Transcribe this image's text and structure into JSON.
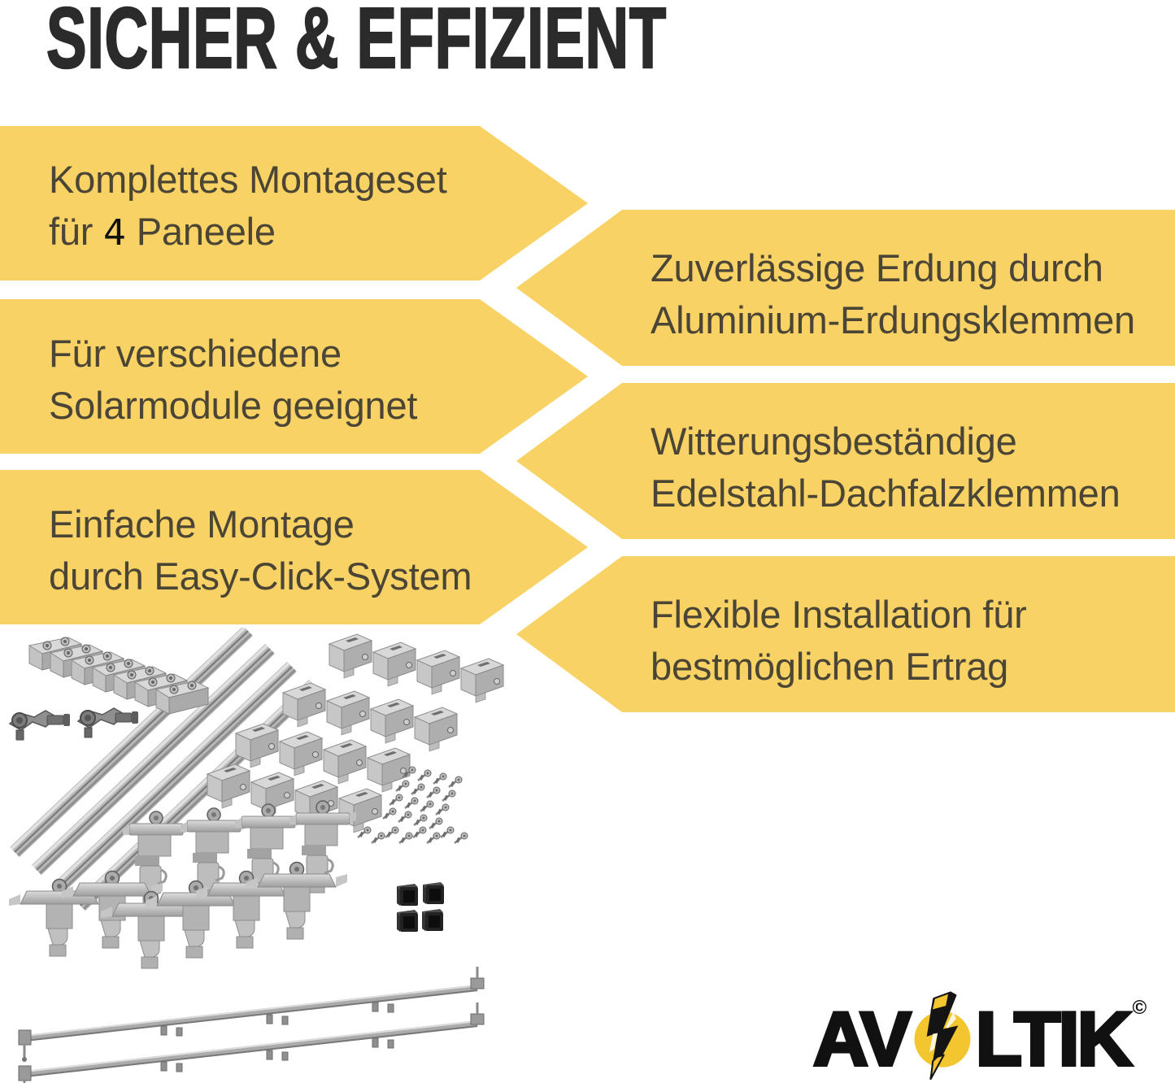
{
  "title": "SICHER & EFFIZIENT",
  "banners": {
    "left": [
      {
        "line1": "Komplettes Montageset",
        "line2_prefix": "für",
        "panel_count": "4",
        "line2_suffix": "Paneele"
      },
      {
        "line1": "Für verschiedene",
        "line2": "Solarmodule geeignet"
      },
      {
        "line1": "Einfache Montage",
        "line2": "durch Easy-Click-System"
      }
    ],
    "right": [
      {
        "line1": "Zuverlässige Erdung durch",
        "line2": "Aluminium-Erdungsklemmen"
      },
      {
        "line1": "Witterungsbeständige",
        "line2": "Edelstahl-Dachfalzklemmen"
      },
      {
        "line1": "Flexible Installation für",
        "line2": "bestmöglichen Ertrag"
      }
    ]
  },
  "logo": {
    "prefix": "AV",
    "suffix": "LTIK",
    "copyright": "©",
    "bolt_icon": "lightning-bolt-in-circle"
  },
  "colors": {
    "banner_yellow": "#F8D264",
    "logo_yellow": "#F3C62F",
    "title_text": "#2B2B2B",
    "banner_text": "#4B4536",
    "panel_number": "#111111",
    "background": "#FFFFFF"
  }
}
